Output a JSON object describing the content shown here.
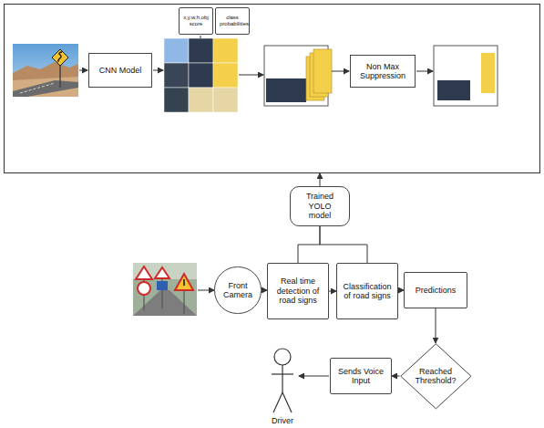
{
  "diagram": {
    "nodes": [
      {
        "text": []
      },
      {
        "text": [
          "x,y,w,h,obj score"
        ],
        "in": 0
      },
      {
        "text": [
          "class probabilities"
        ],
        "in": 0
      },
      {
        "text": [
          "CNN Model"
        ],
        "in": 0
      },
      {
        "text": [
          "Non Max Suppression"
        ],
        "in": 0
      },
      {
        "text": [
          "Trained YOLO model"
        ]
      },
      {
        "text": [
          "Front Camera"
        ]
      },
      {
        "text": [
          "Real time detection of road signs"
        ]
      },
      {
        "text": [
          "Classification of road signs"
        ]
      },
      {
        "text": [
          "Predictions"
        ]
      },
      {
        "text": [
          "Reached Threshold?"
        ]
      },
      {
        "text": [
          "Sends Voice Input"
        ]
      }
    ],
    "edges": [
      {
        "from": 6,
        "to": 7,
        "arrow": "to"
      },
      {
        "from": 7,
        "to": 8,
        "arrow": "to"
      },
      {
        "from": 8,
        "to": 9,
        "arrow": "to"
      },
      {
        "from": 7,
        "to": 5,
        "arrow": "none"
      },
      {
        "from": 8,
        "to": 5,
        "arrow": "none"
      },
      {
        "from": 5,
        "to": 0,
        "arrow": "to"
      },
      {
        "from": 9,
        "to": 10,
        "arrow": "to"
      },
      {
        "from": 10,
        "to": 11,
        "arrow": "to"
      }
    ],
    "labels": [
      "Driver"
    ]
  }
}
